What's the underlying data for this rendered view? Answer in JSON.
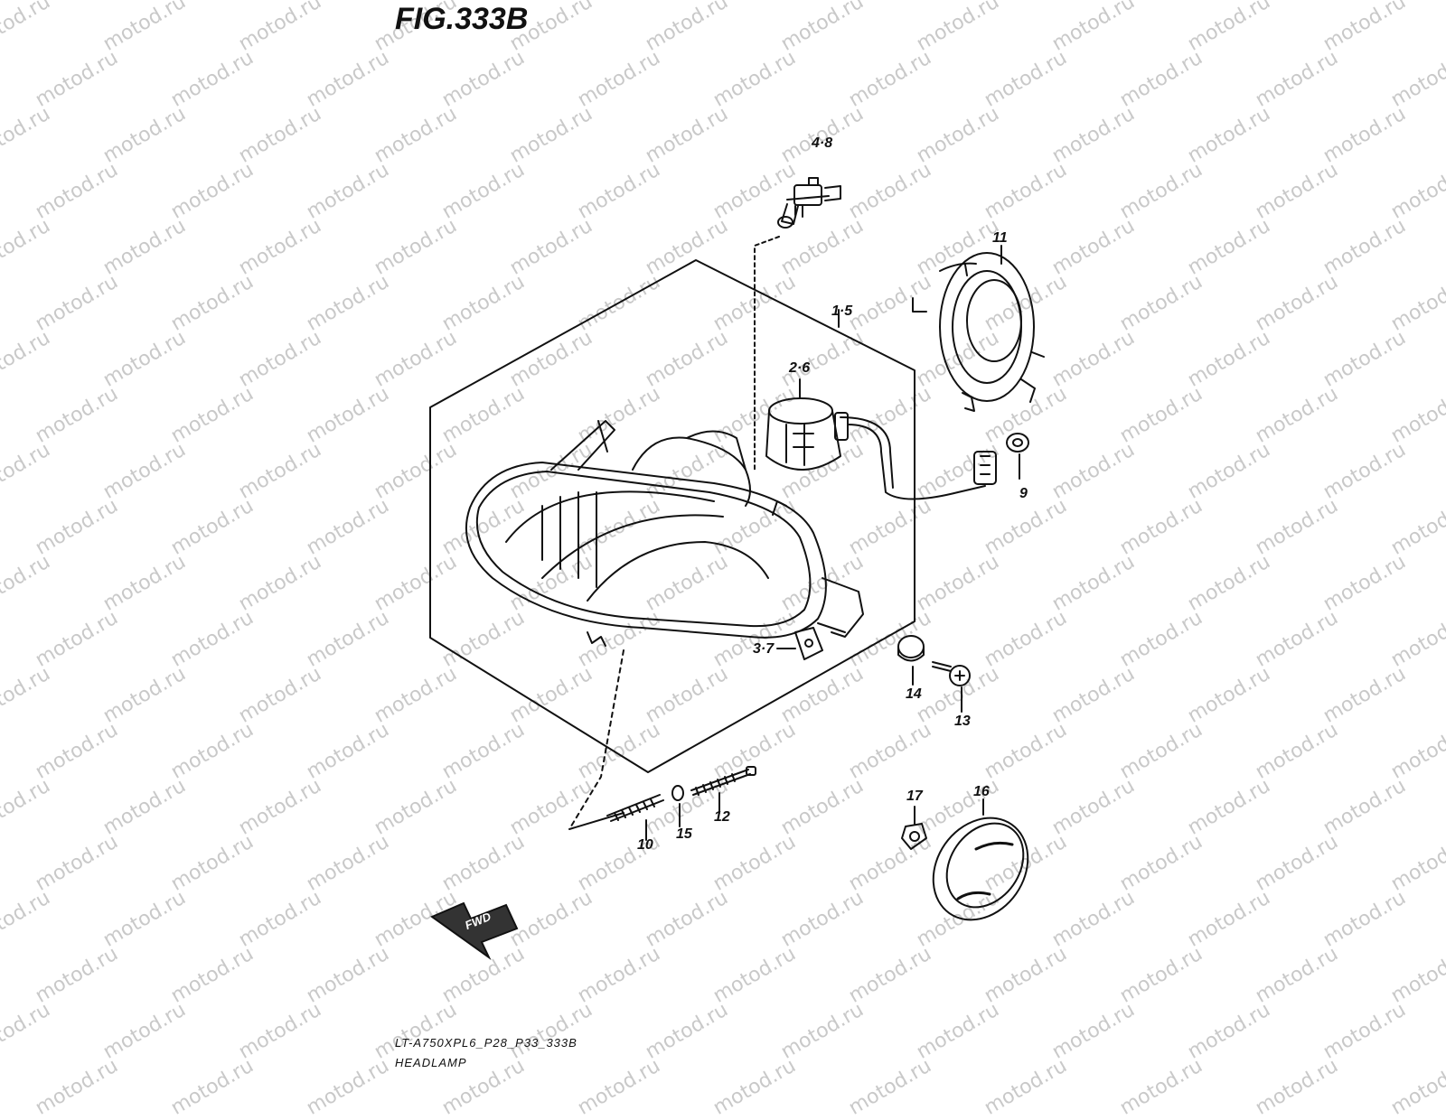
{
  "figure": {
    "title": "FIG.333B"
  },
  "watermark": {
    "text": "motod.ru"
  },
  "callouts": {
    "bulb": "4·8",
    "headlamp_unit": "1·5",
    "socket": "2·6",
    "bracket": "3·7",
    "cover": "11",
    "grommet": "9",
    "nut": "14",
    "bolt": "13",
    "spring": "10",
    "washer": "15",
    "adjust_screw": "12",
    "cap_nut": "17",
    "cap": "16"
  },
  "direction_arrow": {
    "label": "FWD"
  },
  "footer": {
    "model": "LT-A750XPL6_P28_P33_333B",
    "name": "HEADLAMP"
  }
}
